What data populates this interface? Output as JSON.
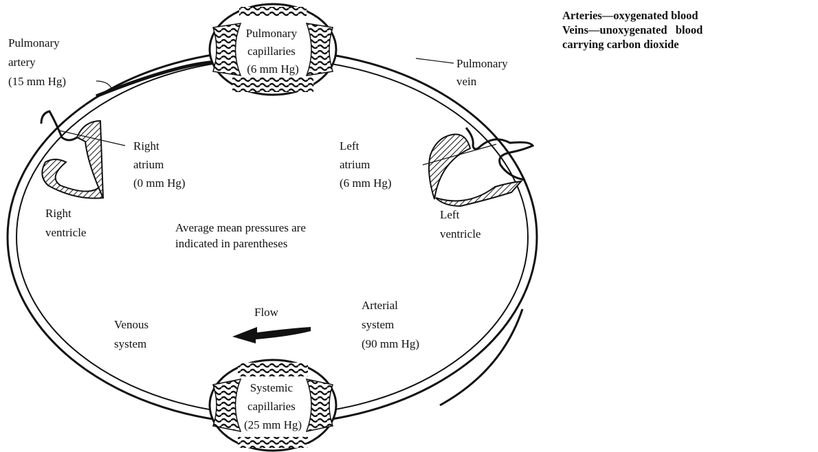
{
  "legend": {
    "line1": "Arteries—oxygenated blood",
    "line2": "Veins—unoxygenated   blood",
    "line3": "carrying carbon dioxide"
  },
  "labels": {
    "pulmonary_artery": [
      "Pulmonary",
      "artery",
      "(15 mm Hg)"
    ],
    "pulmonary_capillaries": [
      "Pulmonary",
      "capillaries",
      "(6 mm Hg)"
    ],
    "pulmonary_vein": [
      "Pulmonary",
      "vein"
    ],
    "right_atrium": [
      "Right",
      "atrium",
      "(0 mm Hg)"
    ],
    "left_atrium": [
      "Left",
      "atrium",
      "(6 mm Hg)"
    ],
    "right_ventricle": [
      "Right",
      "ventricle"
    ],
    "left_ventricle": [
      "Left",
      "ventricle"
    ],
    "note": [
      "Average mean pressures are",
      "indicated in parentheses"
    ],
    "flow": "Flow",
    "venous_system": [
      "Venous",
      "system"
    ],
    "arterial_system": [
      "Arterial",
      "system",
      "(90 mm Hg)"
    ],
    "systemic_capillaries": [
      "Systemic",
      "capillaries",
      "(25 mm Hg)"
    ]
  }
}
